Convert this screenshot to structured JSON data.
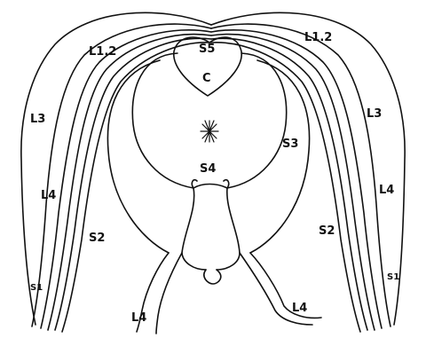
{
  "colors": {
    "ink": "#111111",
    "paper": "#ffffff"
  },
  "labels": {
    "l12_left": "L1.2",
    "l12_right": "L1.2",
    "l3_left": "L3",
    "l3_right": "L3",
    "l4_left": "L4",
    "l4_right": "L4",
    "l4_bottom_left": "L4",
    "l4_bottom_right": "L4",
    "s5": "S5",
    "c": "C",
    "s4": "S4",
    "s3": "S3",
    "s2_left": "S2",
    "s2_right": "S2",
    "s1_left": "S1",
    "s1_right": "S1"
  }
}
